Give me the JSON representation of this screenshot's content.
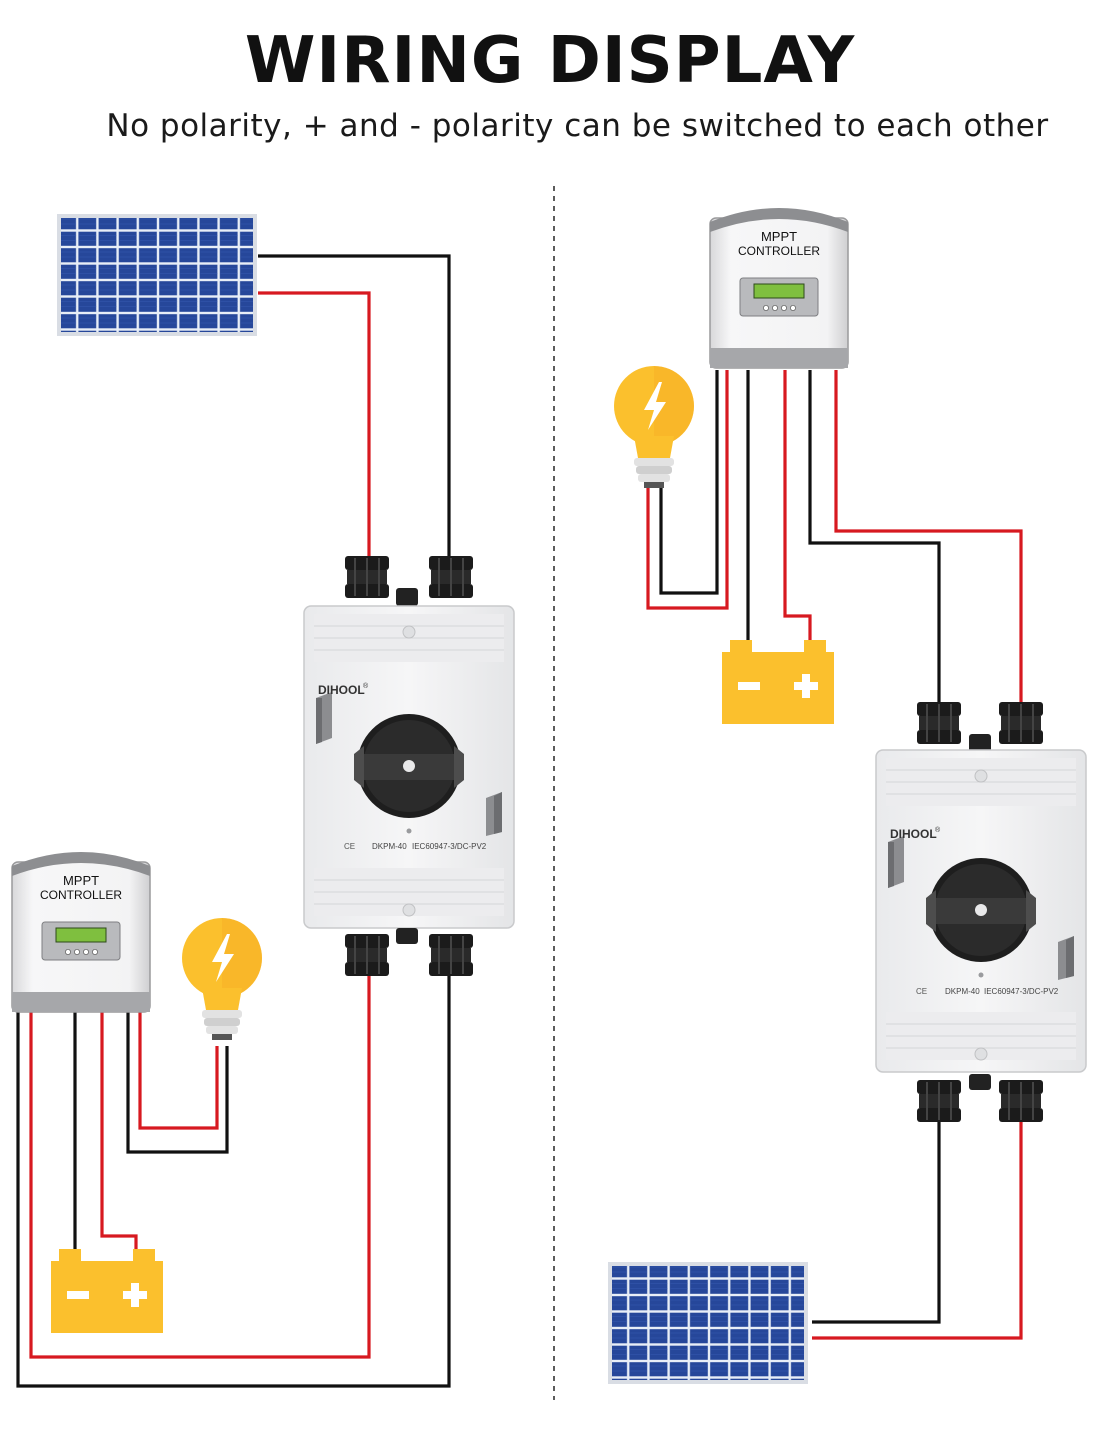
{
  "header": {
    "title": "WIRING DISPLAY",
    "subtitle": "No polarity, + and - polarity can be switched to each other"
  },
  "controller": {
    "line1": "MPPT",
    "line2": "CONTROLLER"
  },
  "isolator": {
    "brand": "DIHOOL",
    "trademark": "®",
    "model": "DKPM-40",
    "standard": "IEC60947-3/DC-PV2",
    "marks": "CE"
  },
  "battery": {
    "minus": "−",
    "plus": "+"
  },
  "colors": {
    "positive_wire": "#d71920",
    "negative_wire": "#111111",
    "battery": "#fbc02d",
    "bulb": "#fbc02d",
    "panel": "#1f3f8a"
  },
  "icons": [
    "solar-panel-icon",
    "mppt-controller-icon",
    "dc-isolator-switch-icon",
    "light-bulb-icon",
    "battery-icon"
  ]
}
